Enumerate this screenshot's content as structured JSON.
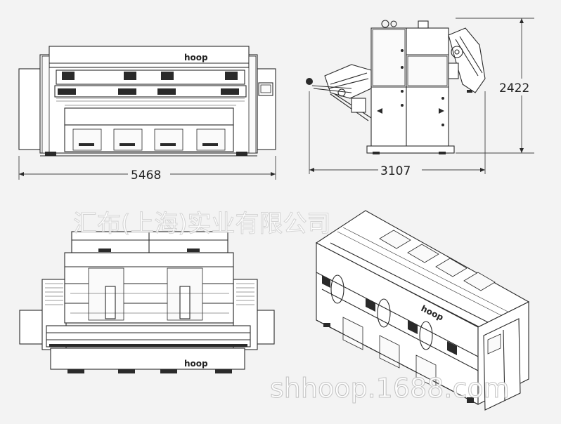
{
  "dimensions": {
    "front_width": "5468",
    "side_depth": "3107",
    "height": "2422"
  },
  "brand": {
    "logo_text": "hoop"
  },
  "watermark": {
    "company": "汇布(上海)实业有限公司",
    "url": "shhoop.1688.com"
  }
}
